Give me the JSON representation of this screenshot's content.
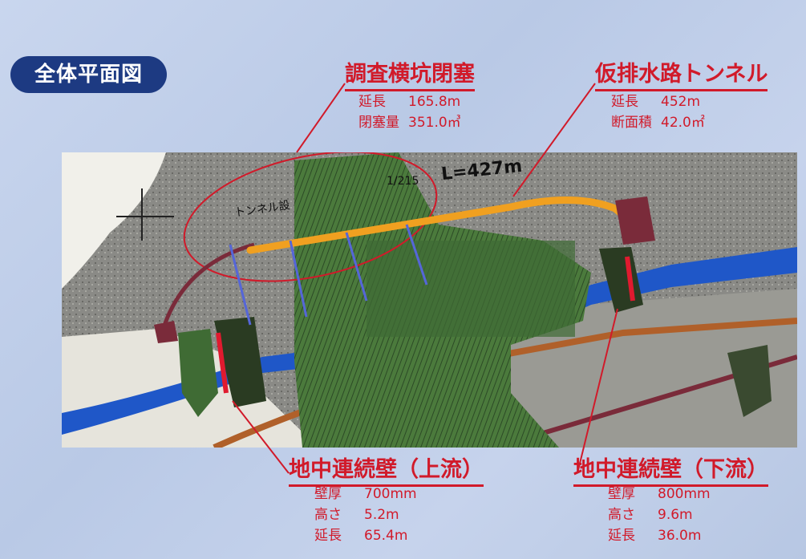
{
  "title": "全体平面図",
  "callouts": {
    "survey_adit": {
      "title": "調査横坑閉塞",
      "specs": [
        {
          "label": "延長",
          "value": "165.8m"
        },
        {
          "label": "閉塞量",
          "value": "351.0㎥"
        }
      ]
    },
    "temp_drain": {
      "title": "仮排水路トンネル",
      "specs": [
        {
          "label": "延長",
          "value": "452m"
        },
        {
          "label": "断面積",
          "value": "42.0㎡"
        }
      ]
    },
    "wall_upstream": {
      "title": "地中連続壁（上流）",
      "specs": [
        {
          "label": "壁厚",
          "value": "700mm"
        },
        {
          "label": "高さ",
          "value": "5.2m"
        },
        {
          "label": "延長",
          "value": "65.4m"
        }
      ]
    },
    "wall_downstream": {
      "title": "地中連続壁（下流）",
      "specs": [
        {
          "label": "壁厚",
          "value": "800mm"
        },
        {
          "label": "高さ",
          "value": "9.6m"
        },
        {
          "label": "延長",
          "value": "36.0m"
        }
      ]
    }
  },
  "map": {
    "tunnel_length": "L=427m",
    "tunnel_label": "トンネル設",
    "grade_label": "1/215"
  },
  "colors": {
    "callout": "#d11a2a",
    "pill": "#1d3a82",
    "tunnel": "#f0a020",
    "river": "#1f57c8",
    "dam_green": "#3f6b34"
  }
}
